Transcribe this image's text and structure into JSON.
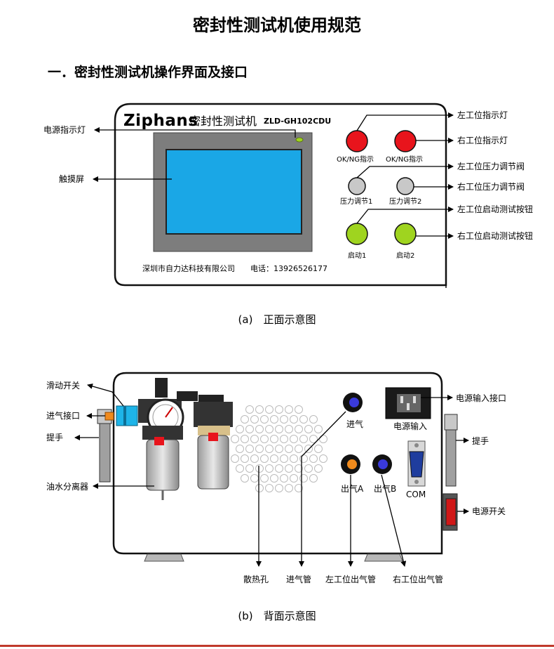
{
  "title": "密封性测试机使用规范",
  "section1": {
    "heading": "一．密封性测试机操作界面及接口",
    "brand": "Ziphans",
    "device_name": "密封性测试机",
    "model": "ZLD-GH102CDU",
    "company": "深圳市自力达科技有限公司",
    "phone": "电话：13926526177",
    "buttons": {
      "ok_ng_left": "OK/NG指示",
      "ok_ng_right": "OK/NG指示",
      "pressure_1": "压力调节1",
      "pressure_2": "压力调节2",
      "start_1": "启动1",
      "start_2": "启动2"
    },
    "callouts": {
      "power_indicator": "电源指示灯",
      "touch_screen": "触摸屏",
      "left_indicator": "左工位指示灯",
      "right_indicator": "右工位指示灯",
      "left_pressure_valve": "左工位压力调节阀",
      "right_pressure_valve": "右工位压力调节阀",
      "left_start": "左工位启动测试按钮",
      "right_start": "右工位启动测试按钮"
    },
    "caption": "(a)　正面示意图"
  },
  "section2": {
    "panel_labels": {
      "air_in": "进气",
      "power_in": "电源输入",
      "out_a": "出气A",
      "out_b": "出气B",
      "com": "COM"
    },
    "callouts": {
      "slide_switch": "滑动开关",
      "air_inlet": "进气接口",
      "handle_left": "提手",
      "oil_water_separator": "油水分离器",
      "power_input_port": "电源输入接口",
      "handle_right": "提手",
      "power_switch": "电源开关",
      "vent_holes": "散热孔",
      "air_in_tube": "进气管",
      "left_out_tube": "左工位出气管",
      "right_out_tube": "右工位出气管"
    },
    "caption": "(b)　背面示意图"
  },
  "colors": {
    "indicator_red": "#e8141c",
    "start_green": "#9fd41f",
    "knob_grey": "#c8c8c8",
    "screen_blue": "#1aa7e6",
    "screen_bezel": "#7d7d7d",
    "port_blue": "#3a3adb",
    "port_orange": "#f08a1c",
    "accent_rule": "#c0392b"
  }
}
